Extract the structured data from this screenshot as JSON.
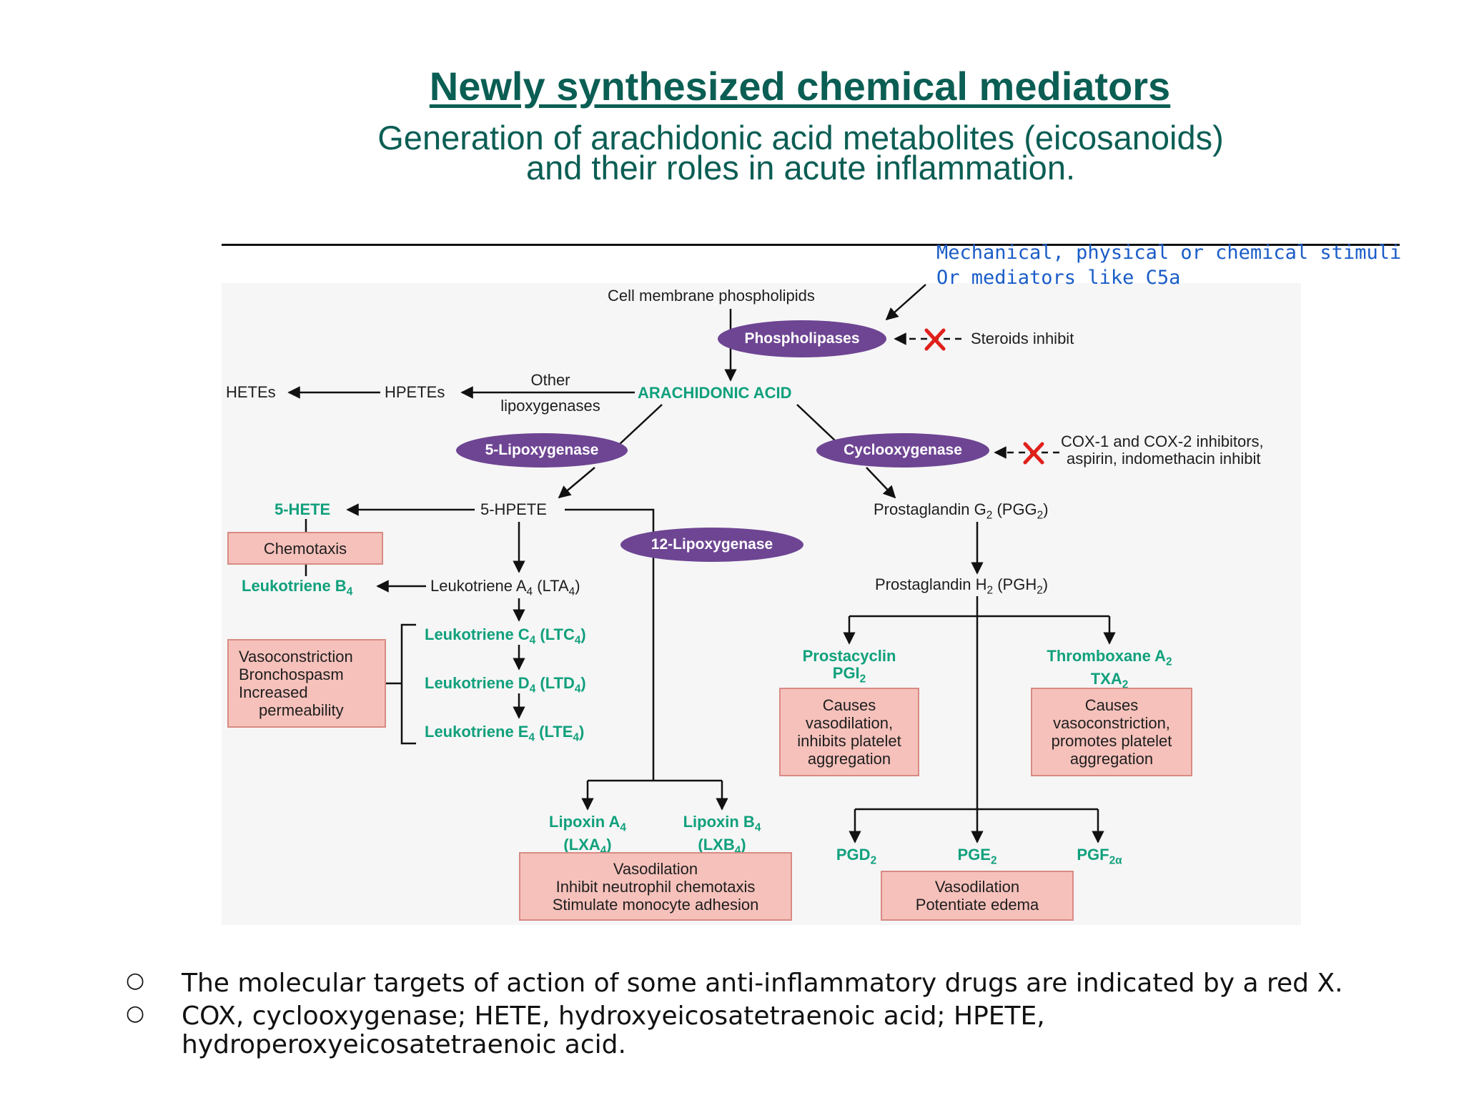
{
  "header": {
    "title": "Newly synthesized chemical mediators",
    "subtitle_line1": "Generation of arachidonic acid metabolites (eicosanoids)",
    "subtitle_line2": "and their roles in acute inflammation."
  },
  "annotation": {
    "line1": "Mechanical, physical or chemical stimuli",
    "line2": "Or mediators like C5a"
  },
  "diagram": {
    "membrane": "Cell membrane phospholipids",
    "phospholipases": "Phospholipases",
    "steroids": "Steroids inhibit",
    "arachidonic": "ARACHIDONIC ACID",
    "other": "Other",
    "lipoxygenases": "lipoxygenases",
    "hpetes": "HPETEs",
    "hetes": "HETEs",
    "lox5": "5-Lipoxygenase",
    "cox": "Cyclooxygenase",
    "cox_inhib1": "COX-1 and COX-2 inhibitors,",
    "cox_inhib2": "aspirin, indomethacin inhibit",
    "hpete5": "5-HPETE",
    "hete5": "5-HETE",
    "chemotaxis": "Chemotaxis",
    "lox12": "12-Lipoxygenase",
    "ltb4": "Leukotriene B",
    "sub4": "4",
    "sub2": "2",
    "lta4_pre": "Leukotriene A",
    "lta4_post": " (LTA",
    "ltc4_pre": "Leukotriene C",
    "ltc4_post": " (LTC",
    "ltd4_pre": "Leukotriene D",
    "ltd4_post": " (LTD",
    "lte4_pre": "Leukotriene E",
    "lte4_post": " (LTE",
    "close_paren": ")",
    "vaso_box": [
      "Vasoconstriction",
      "Bronchospasm",
      "Increased",
      "   permeability"
    ],
    "pgg2_pre": "Prostaglandin G",
    "pgg2_post": " (PGG",
    "pgh2_pre": "Prostaglandin H",
    "pgh2_post": " (PGH",
    "prostacyclin": "Prostacyclin",
    "pgi2": "PGI",
    "thromboxane": "Thromboxane A",
    "txa2": "TXA",
    "pgi_box": [
      "Causes",
      "vasodilation,",
      "inhibits platelet",
      "aggregation"
    ],
    "txa_box": [
      "Causes",
      "vasoconstriction,",
      "promotes platelet",
      "aggregation"
    ],
    "lxa4_a": "Lipoxin A",
    "lxa4_b": "(LXA",
    "lxb4_a": "Lipoxin B",
    "lxb4_b": "(LXB",
    "lipoxin_box": [
      "Vasodilation",
      "Inhibit neutrophil chemotaxis",
      "Stimulate monocyte adhesion"
    ],
    "pgd2": "PGD",
    "pge2": "PGE",
    "pgf2": "PGF",
    "pgf_sub": "2α",
    "pge_box": [
      "Vasodilation",
      "Potentiate edema"
    ]
  },
  "bullets": [
    "The molecular targets of action of some anti-inflammatory drugs are indicated by a red X.",
    "COX, cyclooxygenase; HETE, hydroxyeicosatetraenoic acid; HPETE, hydroperoxyeicosatetraenoic acid."
  ],
  "bullet_mark": "○",
  "colors": {
    "title": "#0b5e54",
    "annotation": "#1a5cc8",
    "green_label": "#10a07c",
    "enzyme": "#6e4593",
    "effect_box": "#f6c1bb",
    "inhibit_x": "#e0201a"
  }
}
